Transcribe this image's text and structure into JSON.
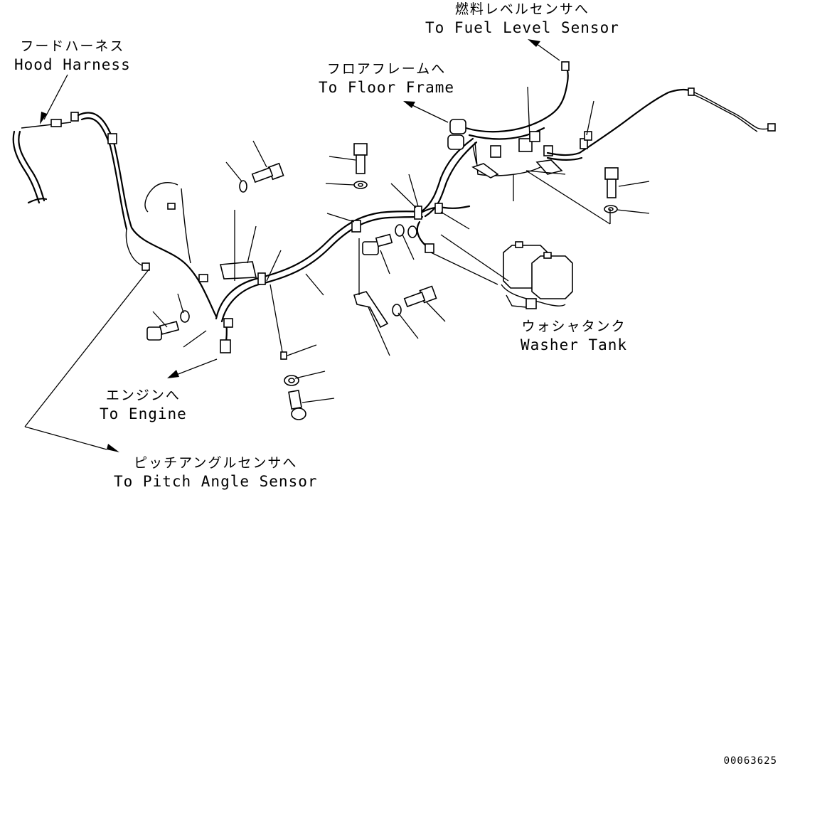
{
  "labels": {
    "hood_harness": {
      "jp": "フードハーネス",
      "en": "Hood Harness"
    },
    "fuel_level_sensor": {
      "jp": "燃料レベルセンサへ",
      "en": "To Fuel Level Sensor"
    },
    "floor_frame": {
      "jp": "フロアフレームへ",
      "en": "To Floor Frame"
    },
    "washer_tank": {
      "jp": "ウォシャタンク",
      "en": "Washer Tank"
    },
    "engine": {
      "jp": "エンジンへ",
      "en": "To Engine"
    },
    "pitch_angle_sensor": {
      "jp": "ピッチアングルセンサへ",
      "en": "To Pitch Angle Sensor"
    }
  },
  "reference_number": "00063625"
}
